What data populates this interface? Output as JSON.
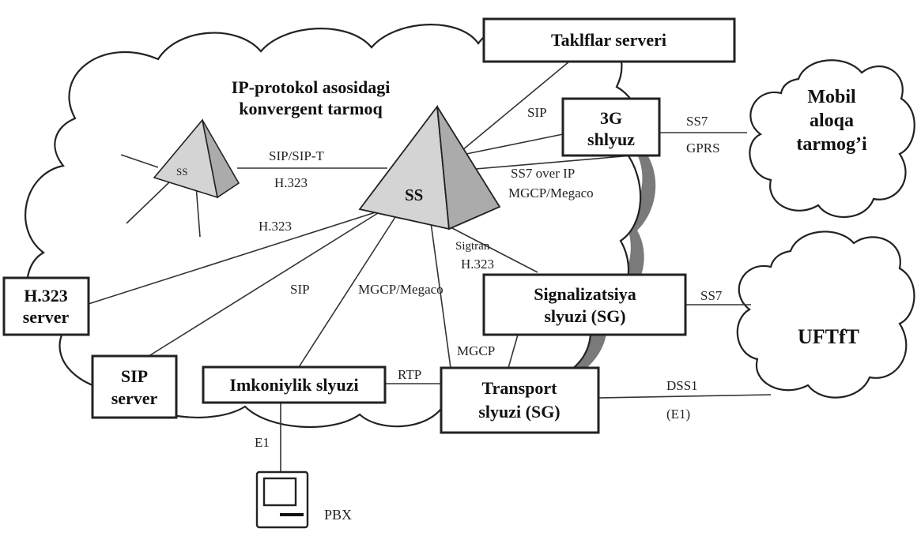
{
  "network": {
    "title_line1": "IP-protokol asosidagi",
    "title_line2": "konvergent tarmoq"
  },
  "nodes": {
    "taklif": "Taklflar serveri",
    "gw3g_l1": "3G",
    "gw3g_l2": "shlyuz",
    "mobil_l1": "Mobil",
    "mobil_l2": "aloqa",
    "mobil_l3": "tarmog’i",
    "ss_small": "SS",
    "ss_big": "SS",
    "h323_l1": "H.323",
    "h323_l2": "server",
    "sip_l1": "SIP",
    "sip_l2": "server",
    "imkon": "Imkoniylik slyuzi",
    "sg_l1": "Signalizatsiya",
    "sg_l2": "slyuzi (SG)",
    "tr_l1": "Transport",
    "tr_l2": "slyuzi (SG)",
    "uftft": "UFTfT",
    "pbx": "PBX"
  },
  "links": {
    "sip_taklif": "SIP",
    "ss7_mobile": "SS7",
    "gprs": "GPRS",
    "sip_sip_t": "SIP/SIP-T",
    "h323_ss": "H.323",
    "ss7_over_ip": "SS7 over  IP",
    "mgcp_megaco_3g": "MGCP/Megaco",
    "h323_server": "H.323",
    "sigtran": "Sigtran",
    "h323_sg": "H.323",
    "sip_server": "SIP",
    "mgcp_megaco": "MGCP/Megaco",
    "ss7_uftft": "SS7",
    "mgcp": "MGCP",
    "rtp": "RTP",
    "dss1": "DSS1",
    "e1_uftft": "(E1)",
    "e1_pbx": "E1"
  }
}
